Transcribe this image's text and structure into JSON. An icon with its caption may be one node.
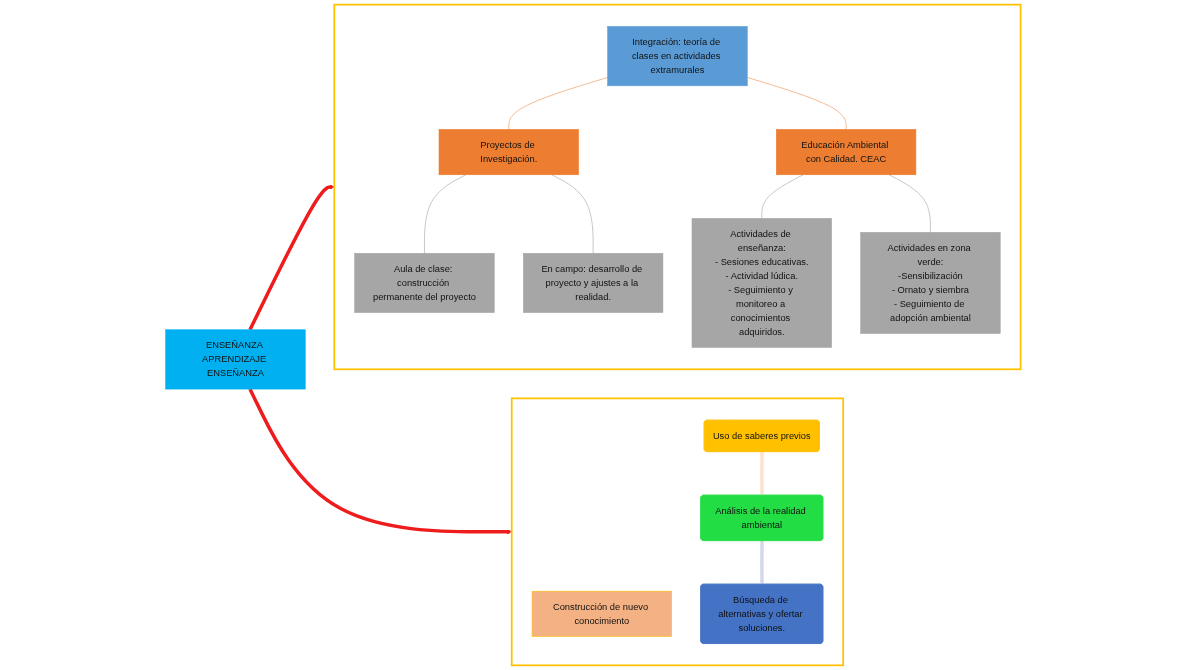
{
  "diagram": {
    "nodes": [
      {
        "text": [
          "ENSEÑANZA APRENDIZAJE ENSEÑANZA"
        ]
      },
      {
        "text": [],
        "shape": "box"
      },
      {
        "text": [
          "Construcción de nuevo conocimiento"
        ],
        "in": 1
      },
      {
        "text": [
          "Uso de saberes previos"
        ],
        "in": 1
      },
      {
        "text": [
          "Análisis de la realidad ambiental"
        ],
        "in": 1
      },
      {
        "text": [
          "Búsqueda de alternativas y ofertar soluciones."
        ],
        "in": 1
      },
      {
        "text": [],
        "shape": "box"
      },
      {
        "text": [
          "Integración: teoría de clases en actividades extramurales"
        ],
        "in": 6
      },
      {
        "text": [
          "Proyectos de Investigación."
        ],
        "in": 6
      },
      {
        "text": [
          "Educación Ambiental con Calidad. CEAC"
        ],
        "in": 6
      },
      {
        "text": [
          "Aula de clase: construcción permanente del proyecto"
        ],
        "in": 6
      },
      {
        "text": [
          "En campo: desarrollo de proyecto y ajustes a la realidad."
        ],
        "in": 6
      },
      {
        "text": [
          "Actividades de enseñanza:",
          "- Sesiones educativas.",
          "- Actividad lúdica.",
          "- Seguimiento y monitoreo a conocimientos adquiridos."
        ],
        "in": 6
      },
      {
        "text": [
          "Actividades en zona verde:",
          "-Sensibilización",
          "- Ornato y siembra",
          "- Seguimiento de adopción ambiental"
        ],
        "in": 6
      }
    ],
    "edges": [
      {
        "from": 0,
        "to": 6,
        "arrow": "to",
        "style": "thick",
        "color": "#ee1c1c"
      },
      {
        "from": 0,
        "to": 1,
        "arrow": "to",
        "style": "thick",
        "color": "#ee1c1c"
      },
      {
        "from": 3,
        "to": 4,
        "arrow": "to",
        "style": "thick",
        "color": "#fbe3cc"
      },
      {
        "from": 4,
        "to": 5,
        "arrow": "to",
        "style": "thick",
        "color": "#d3d9ea"
      },
      {
        "from": 7,
        "to": 8,
        "arrow": "none",
        "color": "#f4b183"
      },
      {
        "from": 7,
        "to": 9,
        "arrow": "none",
        "color": "#f4b183"
      },
      {
        "from": 8,
        "to": 10,
        "arrow": "none"
      },
      {
        "from": 8,
        "to": 11,
        "arrow": "none"
      },
      {
        "from": 9,
        "to": 12,
        "arrow": "none"
      },
      {
        "from": 9,
        "to": 13,
        "arrow": "none"
      }
    ]
  }
}
